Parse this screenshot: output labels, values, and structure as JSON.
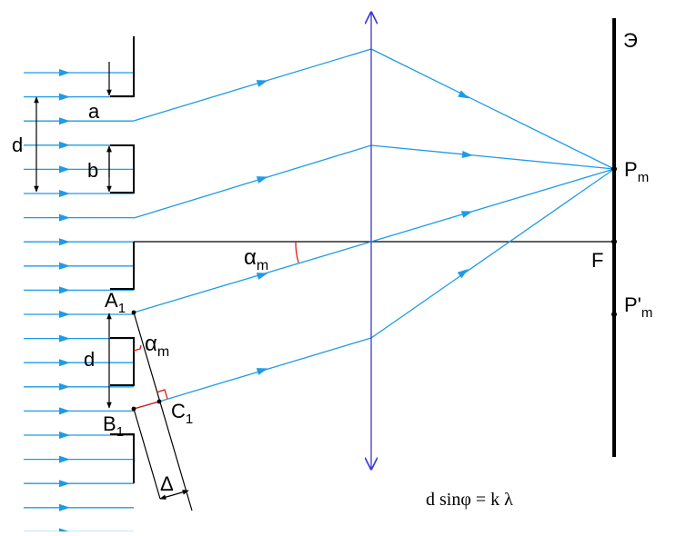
{
  "colors": {
    "ray": "#1e9be6",
    "lens": "#3a3ad6",
    "ink": "#000000",
    "mark": "#e01818",
    "background": "#ffffff"
  },
  "labels": {
    "screen": "Э",
    "slit_width": "a",
    "opaque_width": "b",
    "period_top": "d",
    "period_bottom": "d",
    "angle_lens": "αm",
    "angle_slit": "αm",
    "point_a1": "A1",
    "point_b1": "B1",
    "point_c1": "C1",
    "path_difference": "Δ",
    "focus": "F",
    "point_pm": "Pm",
    "point_pm_prime": "P'm"
  },
  "formula": "d sinφ = k λ"
}
